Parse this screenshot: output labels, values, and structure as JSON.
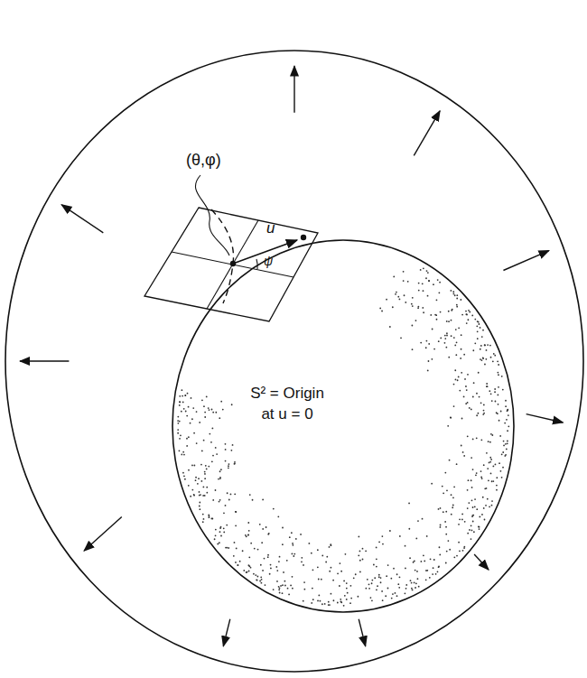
{
  "diagram": {
    "nodes": [
      {
        "text": [
          "S² = Origin at u = 0"
        ]
      }
    ],
    "labels": [
      "(θ,φ)",
      "u",
      "ψ"
    ]
  }
}
